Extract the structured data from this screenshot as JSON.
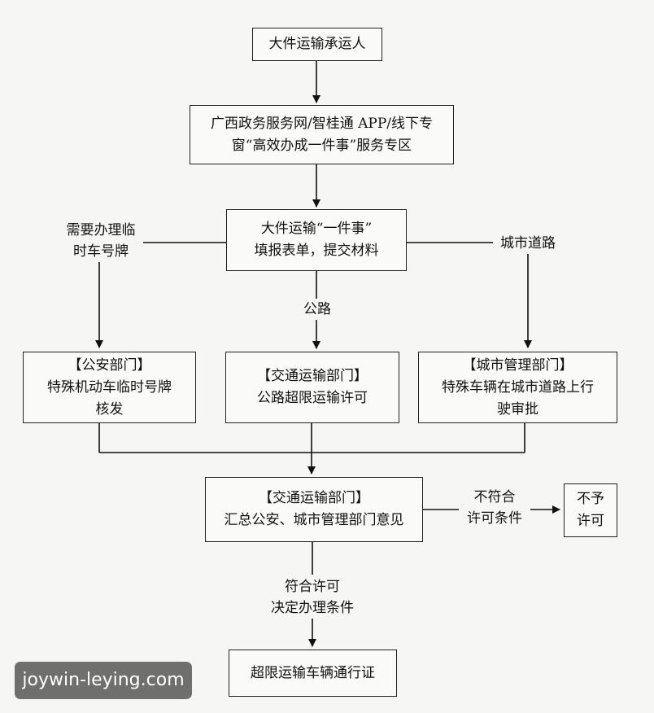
{
  "nodes": {
    "carrier": "大件运输承运人",
    "portal_line1": "广西政务服务网/智桂通 APP/线下专",
    "portal_line2": "窗“高效办成一件事”服务专区",
    "apply_line1": "大件运输“一件事”",
    "apply_line2": "填报表单，提交材料",
    "police_line1": "【公安部门】",
    "police_line2": "特殊机动车临时号牌",
    "police_line3": "核发",
    "transport_line1": "【交通运输部门】",
    "transport_line2": "公路超限运输许可",
    "city_line1": "【城市管理部门】",
    "city_line2": "特殊车辆在城市道路上行",
    "city_line3": "驶审批",
    "summary_line1": "【交通运输部门】",
    "summary_line2": "汇总公安、城市管理部门意见",
    "reject_line1": "不予",
    "reject_line2": "许可",
    "permit": "超限运输车辆通行证"
  },
  "labels": {
    "temp_plate_line1": "需要办理临",
    "temp_plate_line2": "时车号牌",
    "highway": "公路",
    "city_road": "城市道路",
    "not_meet_line1": "不符合",
    "not_meet_line2": "许可条件",
    "meet_line1": "符合许可",
    "meet_line2": "决定办理条件"
  },
  "watermark": "joywin-leying.com"
}
